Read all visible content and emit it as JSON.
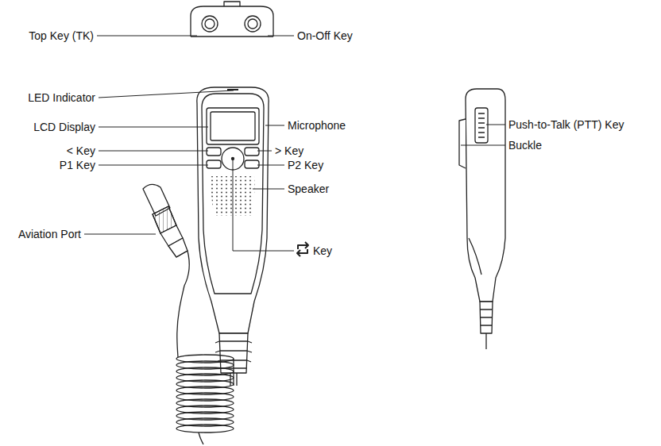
{
  "diagram": {
    "labels": [
      "Top Key (TK)",
      "On-Off Key",
      "LED Indicator",
      "LCD Display",
      "Microphone",
      "< Key",
      "> Key",
      "P1 Key",
      "P2 Key",
      "Aviation Port",
      "Speaker",
      "Key",
      "Push-to-Talk (PTT) Key",
      "Buckle"
    ]
  }
}
